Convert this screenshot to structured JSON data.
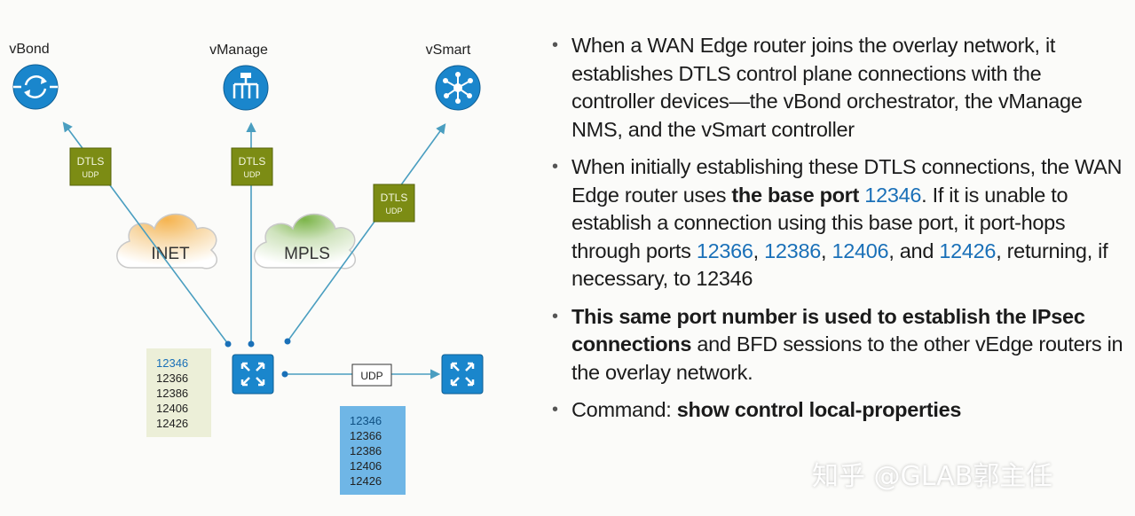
{
  "diagram": {
    "controllers": [
      {
        "label": "vBond",
        "icon": "vbond-orchestrator-icon"
      },
      {
        "label": "vManage",
        "icon": "vmanage-nms-icon"
      },
      {
        "label": "vSmart",
        "icon": "vsmart-controller-icon"
      }
    ],
    "tags": [
      {
        "line1": "DTLS",
        "line2": "UDP"
      },
      {
        "line1": "DTLS",
        "line2": "UDP"
      },
      {
        "line1": "DTLS",
        "line2": "UDP"
      }
    ],
    "clouds": [
      {
        "label": "INET",
        "color": "#f0a640"
      },
      {
        "label": "MPLS",
        "color": "#7cb54a"
      }
    ],
    "udp_label": "UDP",
    "port_list_left": [
      "12346",
      "12366",
      "12386",
      "12406",
      "12426"
    ],
    "port_list_right": [
      "12346",
      "12366",
      "12386",
      "12406",
      "12426"
    ],
    "colors": {
      "router": "#1a86cc",
      "tag": "#7c8c14",
      "port_box_left": "#ecefd8",
      "port_box_right": "#6fb6e6",
      "connector": "#4a9ec0"
    }
  },
  "bullets": [
    {
      "text": "When a WAN Edge router joins the overlay network, it establishes DTLS control plane connections with the controller devices—the vBond orchestrator, the vManage NMS, and the vSmart controller"
    },
    {
      "t1": "When initially establishing these DTLS connections, the WAN Edge router uses ",
      "b1": "the base port ",
      "p1": "12346",
      "t2": ". If it is unable to establish a connection using this base port, it port-hops through ports ",
      "p2": "12366",
      "t3": ", ",
      "p3": "12386",
      "t4": ", ",
      "p4": "12406",
      "t5": ", and ",
      "p5": "12426",
      "t6": ", returning, if necessary, to 12346"
    },
    {
      "b1": "This same port number is used to establish the IPsec connections",
      "t1": " and BFD sessions to the other vEdge routers in the overlay network."
    },
    {
      "t1": "Command: ",
      "b1": "show control local-properties"
    }
  ],
  "watermark": "知乎 @GLAB郭主任"
}
